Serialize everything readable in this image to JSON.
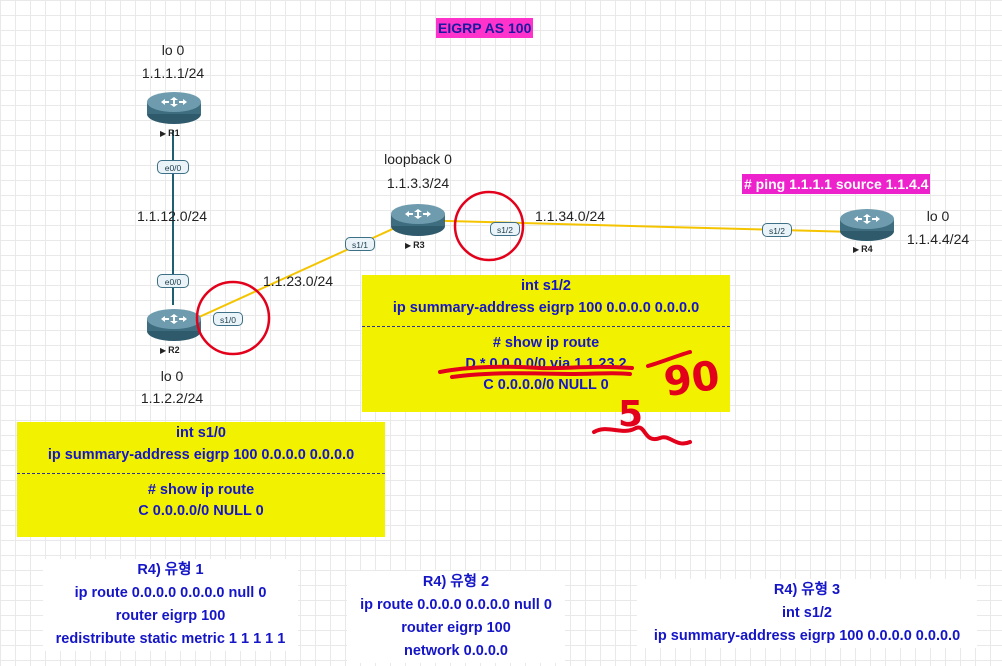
{
  "title": {
    "text": "EIGRP AS 100",
    "bg": "#ff33cc",
    "color": "#1a1aa0"
  },
  "routers": [
    {
      "name": "R1",
      "loopback_label": "lo 0",
      "loopback_ip": "1.1.1.1/24"
    },
    {
      "name": "R2",
      "loopback_label": "lo 0",
      "loopback_ip": "1.1.2.2/24"
    },
    {
      "name": "R3",
      "loopback_label": "loopback 0",
      "loopback_ip": "1.1.3.3/24"
    },
    {
      "name": "R4",
      "loopback_label": "lo 0",
      "loopback_ip": "1.1.4.4/24"
    }
  ],
  "interfaces": {
    "r1_e0": "e0/0",
    "r2_e0": "e0/0",
    "r2_s10": "s1/0",
    "r3_s11": "s1/1",
    "r3_s12": "s1/2",
    "r4_s12": "s1/2"
  },
  "links": {
    "r1_r2": {
      "subnet": "1.1.12.0/24",
      "color": "#1f5f6f"
    },
    "r2_r3": {
      "subnet": "1.1.23.0/24",
      "color": "#f5c400"
    },
    "r3_r4": {
      "subnet": "1.1.34.0/24",
      "color": "#f5c400"
    }
  },
  "ping_banner": {
    "text": "# ping 1.1.1.1 source 1.1.4.4",
    "bg": "#ee22cc",
    "color": "#ffffff"
  },
  "r3_box": {
    "line1": "int s1/2",
    "line2": "ip summary-address eigrp 100 0.0.0.0 0.0.0.0",
    "line3": "# show ip route",
    "line4": "D * 0.0.0.0/0 via 1.1.23.2",
    "line5": "C 0.0.0.0/0 NULL 0"
  },
  "r2_box": {
    "line1": "int s1/0",
    "line2": "ip summary-address eigrp 100 0.0.0.0 0.0.0.0",
    "line3": "# show ip route",
    "line4": "C 0.0.0.0/0 NULL 0"
  },
  "r4_type1": {
    "line1": "R4) 유형 1",
    "line2": "ip route 0.0.0.0 0.0.0.0 null 0",
    "line3": "router eigrp 100",
    "line4": "redistribute static metric 1 1 1 1 1"
  },
  "r4_type2": {
    "line1": "R4) 유형 2",
    "line2": "ip route 0.0.0.0 0.0.0.0 null 0",
    "line3": "router eigrp 100",
    "line4": "network 0.0.0.0"
  },
  "r4_type3": {
    "line1": "R4) 유형 3",
    "line2": "int s1/2",
    "line3": "ip summary-address eigrp 100 0.0.0.0 0.0.0.0"
  },
  "handwriting": {
    "ad_new": "90",
    "ad_old": "5",
    "color": "#e3001b"
  },
  "router_colors": {
    "body": "#3e6d80",
    "top": "#6e9cae",
    "arrow": "#ffffff"
  }
}
